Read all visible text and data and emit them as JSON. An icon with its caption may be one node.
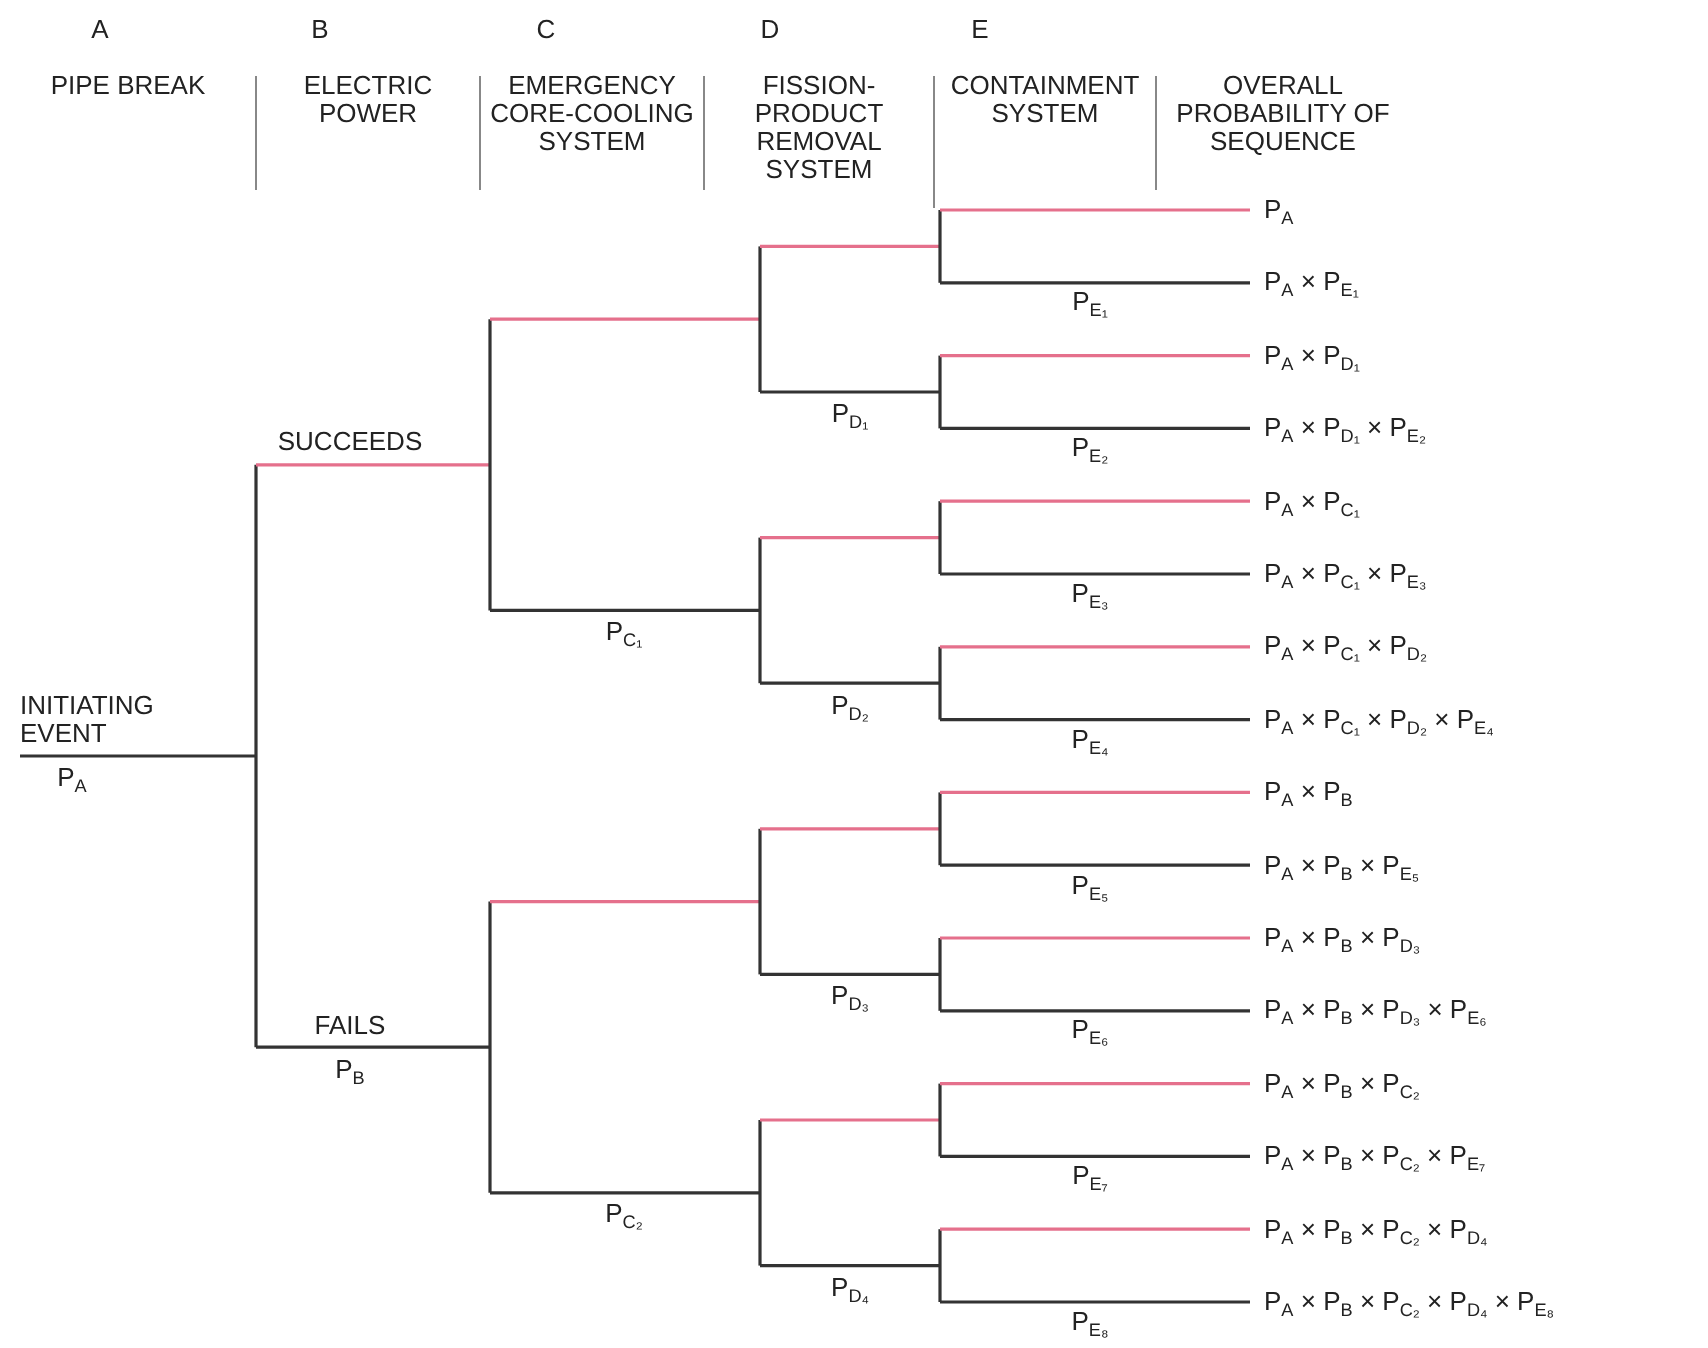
{
  "diagram": {
    "labels": [
      "A",
      "B",
      "C",
      "D",
      "E",
      "PIPE BREAK",
      "ELECTRIC POWER",
      "EMERGENCY CORE-COOLING SYSTEM",
      "FISSION-PRODUCT REMOVAL SYSTEM",
      "CONTAINMENT SYSTEM",
      "OVERALL PROBABILITY OF SEQUENCE",
      "INITIATING EVENT",
      "P$_{A}$",
      "SUCCEEDS",
      "FAILS",
      "P$_{B}$",
      "P$_{C₁}$",
      "P$_{C₂}$",
      "P$_{D₁}$",
      "P$_{D₂}$",
      "P$_{D₃}$",
      "P$_{D₄}$",
      "P$_{E₁}$",
      "P$_{E₂}$",
      "P$_{E₃}$",
      "P$_{E₄}$",
      "P$_{E₅}$",
      "P$_{E₆}$",
      "P$_{E₇}$",
      "P$_{E₈}$",
      "P$_{A}$",
      "P$_{A}$ × P$_{E₁}$",
      "P$_{A}$ × P$_{D₁}$",
      "P$_{A}$ × P$_{D₁}$ × P$_{E₂}$",
      "P$_{A}$ × P$_{C₁}$",
      "P$_{A}$ × P$_{C₁}$ × P$_{E₃}$",
      "P$_{A}$ × P$_{C₁}$ × P$_{D₂}$",
      "P$_{A}$ × P$_{C₁}$ × P$_{D₂}$ × P$_{E₄}$",
      "P$_{A}$ × P$_{B}$",
      "P$_{A}$ × P$_{B}$ × P$_{E₅}$",
      "P$_{A}$ × P$_{B}$ × P$_{D₃}$",
      "P$_{A}$ × P$_{B}$ × P$_{D₃}$ × P$_{E₆}$",
      "P$_{A}$ × P$_{B}$ × P$_{C₂}$",
      "P$_{A}$ × P$_{B}$ × P$_{C₂}$ × P$_{E₇}$",
      "P$_{A}$ × P$_{B}$ × P$_{C₂}$ × P$_{D₄}$",
      "P$_{A}$ × P$_{B}$ × P$_{C₂}$ × P$_{D₄}$ × P$_{E₈}$"
    ]
  }
}
